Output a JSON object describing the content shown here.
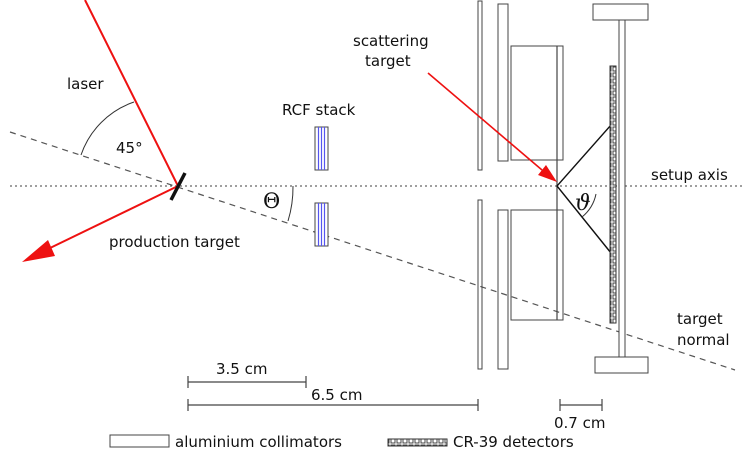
{
  "labels": {
    "laser": "laser",
    "angle_45": "45°",
    "production_target": "production target",
    "rcf_stack": "RCF stack",
    "theta_upper": "Θ",
    "scattering_target_line1": "scattering",
    "scattering_target_line2": "target",
    "theta_lower": "ϑ",
    "setup_axis": "setup axis",
    "target_normal_line1": "target",
    "target_normal_line2": "normal"
  },
  "scale_bars": [
    {
      "label": "3.5 cm",
      "value_cm": 3.5
    },
    {
      "label": "6.5 cm",
      "value_cm": 6.5
    },
    {
      "label": "0.7 cm",
      "value_cm": 0.7
    }
  ],
  "legend": [
    {
      "icon": "aluminium-collimator-swatch",
      "label": "aluminium collimators"
    },
    {
      "icon": "cr39-detector-swatch",
      "label": "CR-39 detectors"
    }
  ],
  "colors": {
    "laser": "#ee1111",
    "outline": "#444444",
    "rcf_stripe": "#5555ee",
    "text": "#111111"
  }
}
